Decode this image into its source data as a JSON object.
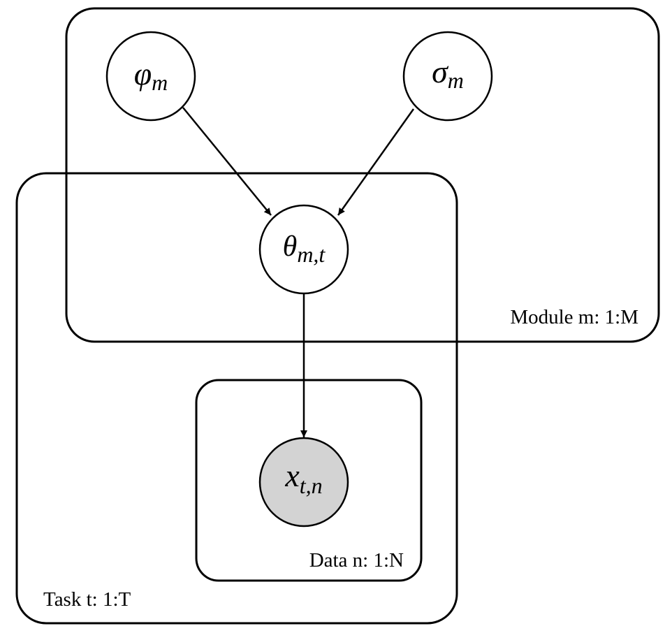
{
  "diagram": {
    "plates": {
      "module": {
        "label": "Module m: 1:M"
      },
      "task": {
        "label": "Task t: 1:T"
      },
      "data": {
        "label": "Data n: 1:N"
      }
    },
    "nodes": {
      "phi": {
        "symbol": "φ",
        "subscript": "m",
        "observed": false,
        "fill": "#ffffff"
      },
      "sigma": {
        "symbol": "σ",
        "subscript": "m",
        "observed": false,
        "fill": "#ffffff"
      },
      "theta": {
        "symbol": "θ",
        "subscript": "m,t",
        "observed": false,
        "fill": "#ffffff"
      },
      "x": {
        "symbol": "x",
        "subscript": "t,n",
        "observed": true,
        "fill": "#d3d3d3"
      }
    },
    "edges": [
      {
        "from": "phi",
        "to": "theta"
      },
      {
        "from": "sigma",
        "to": "theta"
      },
      {
        "from": "theta",
        "to": "x"
      }
    ]
  }
}
